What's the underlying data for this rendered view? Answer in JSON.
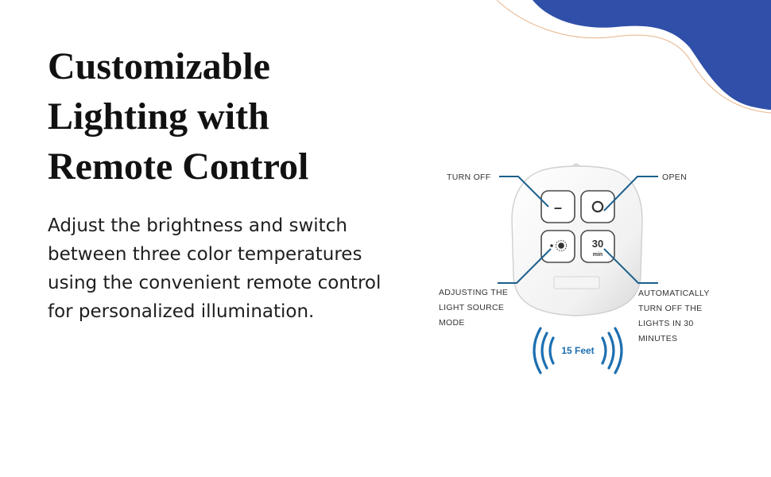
{
  "headline": [
    "Customizable",
    "Lighting with",
    "Remote Control"
  ],
  "description": [
    "Adjust the brightness and switch",
    "between three color temperatures",
    "using the convenient remote control",
    "for personalized illumination."
  ],
  "remote": {
    "callouts": {
      "turn_off": "TURN OFF",
      "open": "OPEN",
      "mode": [
        "ADJUSTING THE",
        "LIGHT SOURCE",
        "MODE"
      ],
      "timer": [
        "AUTOMATICALLY",
        "TURN OFF THE",
        "LIGHTS IN 30",
        "MINUTES"
      ]
    },
    "buttons": {
      "off_symbol": "–",
      "timer_value": "30",
      "timer_unit": "min"
    },
    "range_label": "15 Feet"
  },
  "colors": {
    "accent_blob": "#2f4fa8",
    "callout_line": "#1c5f8c",
    "signal_waves": "#1d6fb0"
  },
  "icons": {
    "open_button": "circle-icon",
    "mode_button": "light-mode-icon",
    "signal": "signal-waves-icon"
  }
}
